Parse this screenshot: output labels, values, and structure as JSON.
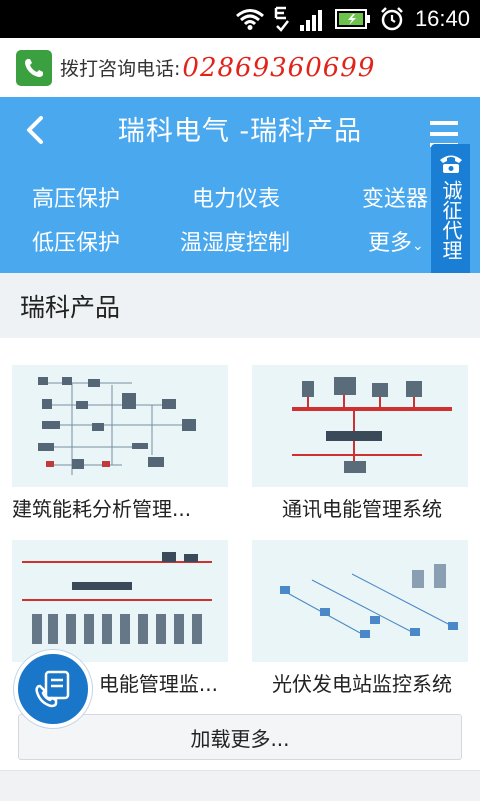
{
  "status": {
    "time": "16:40"
  },
  "call_bar": {
    "label": "拨打咨询电话:",
    "number": "02869360699"
  },
  "header": {
    "title": "瑞科电气 -瑞科产品",
    "nav": [
      "高压保护",
      "电力仪表",
      "变送器",
      "低压保护",
      "温湿度控制",
      "更多"
    ]
  },
  "badge": {
    "text": "诚征代理"
  },
  "section": {
    "title": "瑞科产品"
  },
  "products": [
    {
      "label": "建筑能耗分析管理..."
    },
    {
      "label": "通讯电能管理系统"
    },
    {
      "label": "电能管理监..."
    },
    {
      "label": "光伏发电站监控系统"
    }
  ],
  "load_more": "加载更多..."
}
